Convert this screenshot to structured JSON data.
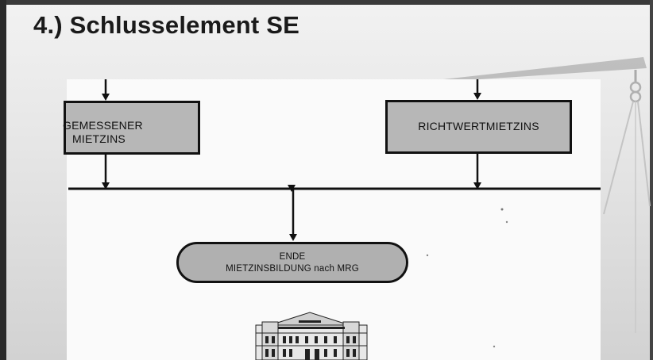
{
  "slide": {
    "title": "4.) Schlusselement SE"
  },
  "diagram": {
    "box_left": {
      "line1": "GEMESSENER",
      "line2": "MIETZINS"
    },
    "box_right": {
      "label": "RICHTWERTMIETZINS"
    },
    "end_pill": {
      "line1": "ENDE",
      "line2": "MIETZINSBILDUNG nach MRG"
    }
  },
  "colors": {
    "box_fill": "#b7b7b7",
    "stroke": "#111111"
  },
  "icons": {
    "scale": "scale-of-justice-icon",
    "building": "building-illustration"
  }
}
